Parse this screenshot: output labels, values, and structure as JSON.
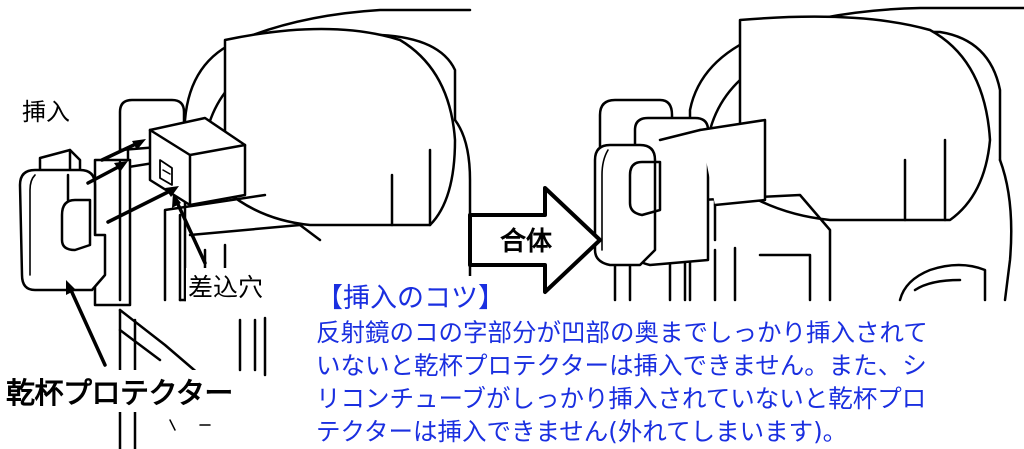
{
  "labels": {
    "insert": "挿入",
    "insert_hole": "差込穴",
    "product": "乾杯プロテクター",
    "combine": "合体"
  },
  "tips": {
    "title": "【挿入のコツ】",
    "lines": [
      "反射鏡のコの字部分が凹部の奥までしっかり挿入されて",
      "いないと乾杯プロテクターは挿入できません。また、シ",
      "リコンチューブがしっかり挿入されていないと乾杯プロ",
      "テクターは挿入できません(外れてしまいます)。"
    ]
  },
  "colors": {
    "tip_text": "#1a2fe0",
    "line_art": "#000000"
  }
}
